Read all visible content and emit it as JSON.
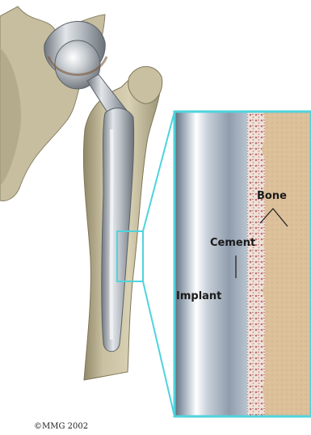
{
  "labels": {
    "bone": "Bone",
    "cement": "Cement",
    "implant": "Implant"
  },
  "copyright": "©MMG 2002",
  "colors": {
    "bone": "#cfc6a4",
    "bone_shadow": "#a99f80",
    "metal": "#aeb4ba",
    "zoom_frame": "#4fd3dc",
    "cortical_bone": "#dcc09a",
    "cement": "#c98b8b"
  }
}
